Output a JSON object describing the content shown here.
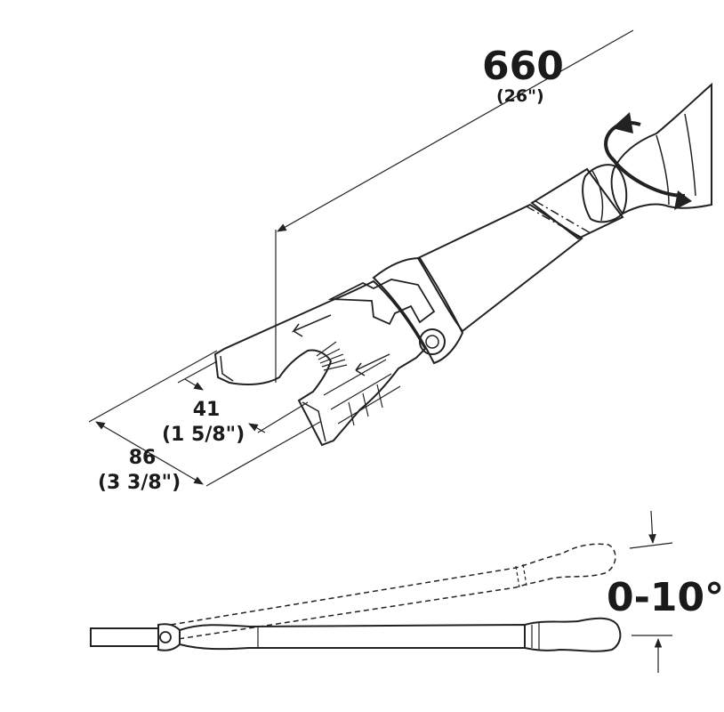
{
  "dimensions": {
    "length": {
      "value": "660",
      "imperial": "(26\")"
    },
    "jaw_inner": {
      "value": "41",
      "imperial": "(1 5/8\")"
    },
    "jaw_outer": {
      "value": "86",
      "imperial": "(3 3/8\")"
    },
    "angle": {
      "value": "0-10°"
    }
  },
  "colors": {
    "line": "#222222",
    "background": "#ffffff",
    "body_shade": "#f2f2f2"
  },
  "icons": [
    "rotation-arrow-icon",
    "dimension-arrow-icon",
    "direction-arrow-icon"
  ]
}
